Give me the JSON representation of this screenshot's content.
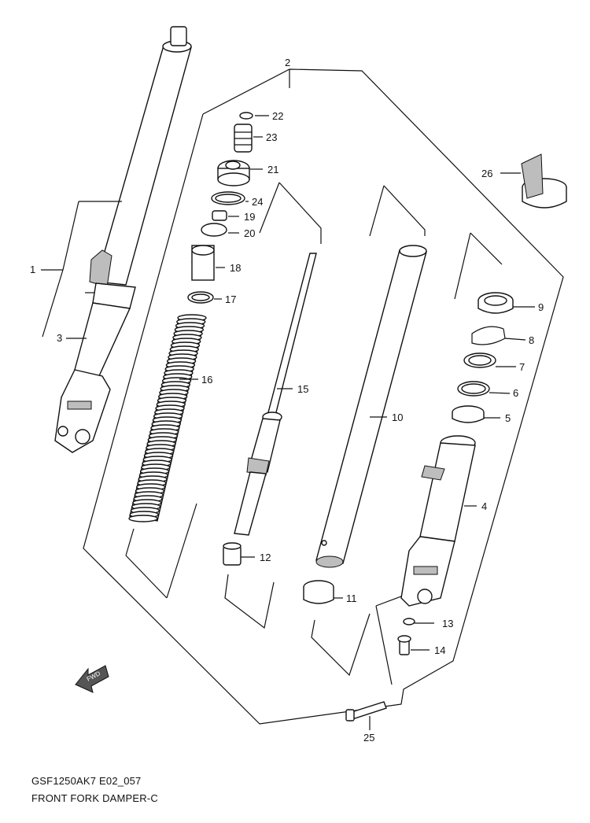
{
  "caption": {
    "model_code": "GSF1250AK7 E02_057",
    "title": "FRONT FORK DAMPER-C"
  },
  "fwd_label": "FWD",
  "callouts": [
    {
      "id": "1",
      "label": "1"
    },
    {
      "id": "2",
      "label": "2"
    },
    {
      "id": "3",
      "label": "3"
    },
    {
      "id": "4",
      "label": "4"
    },
    {
      "id": "5",
      "label": "5"
    },
    {
      "id": "6",
      "label": "6"
    },
    {
      "id": "7",
      "label": "7"
    },
    {
      "id": "8",
      "label": "8"
    },
    {
      "id": "9",
      "label": "9"
    },
    {
      "id": "10",
      "label": "10"
    },
    {
      "id": "11",
      "label": "11"
    },
    {
      "id": "12",
      "label": "12"
    },
    {
      "id": "13",
      "label": "13"
    },
    {
      "id": "14",
      "label": "14"
    },
    {
      "id": "15",
      "label": "15"
    },
    {
      "id": "16",
      "label": "16"
    },
    {
      "id": "17",
      "label": "17"
    },
    {
      "id": "18",
      "label": "18"
    },
    {
      "id": "19",
      "label": "19"
    },
    {
      "id": "20",
      "label": "20"
    },
    {
      "id": "21",
      "label": "21"
    },
    {
      "id": "22",
      "label": "22"
    },
    {
      "id": "23",
      "label": "23"
    },
    {
      "id": "24",
      "label": "24"
    },
    {
      "id": "25",
      "label": "25"
    },
    {
      "id": "26",
      "label": "26"
    }
  ]
}
